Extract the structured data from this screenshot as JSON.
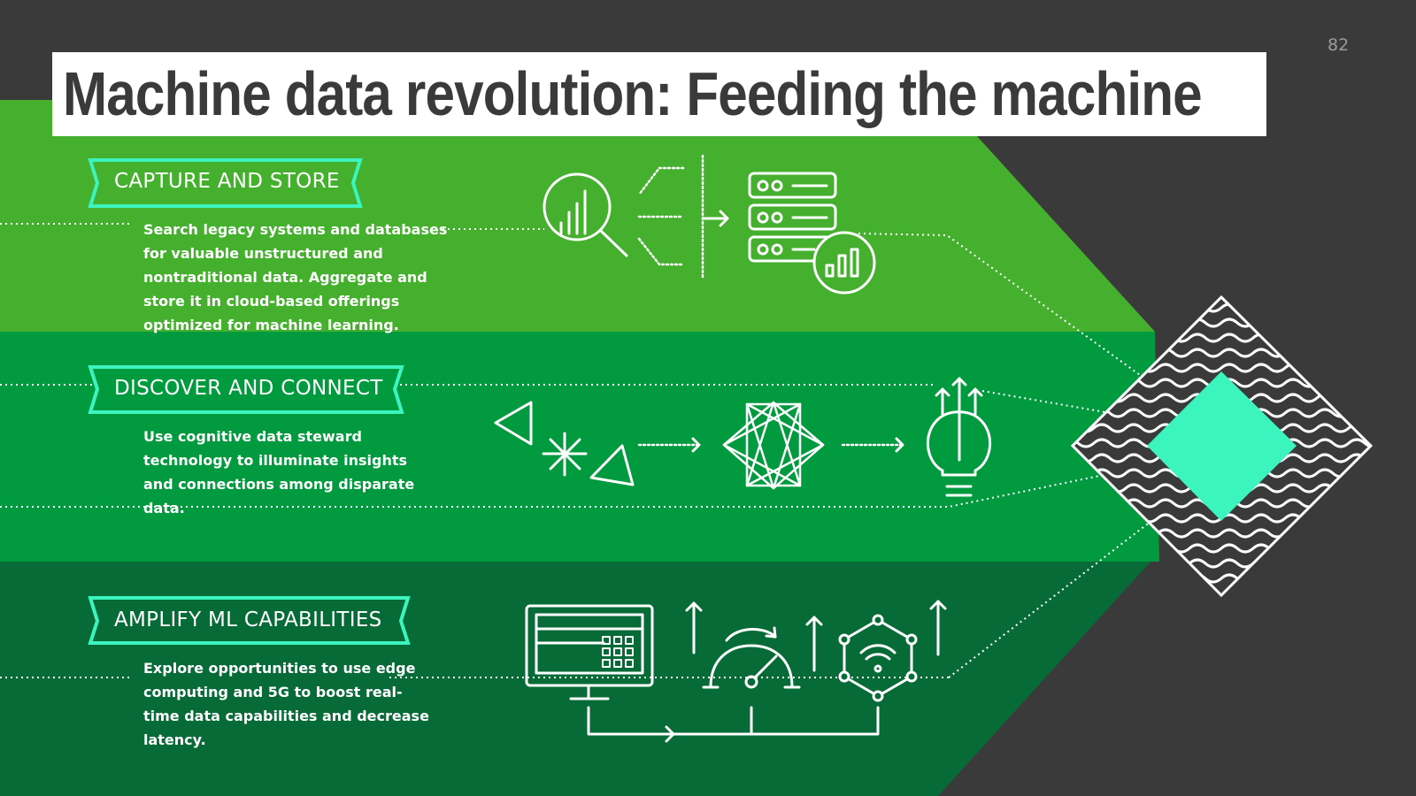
{
  "page": {
    "title": "Machine data revolution: Feeding the machine",
    "page_number": "82"
  },
  "colors": {
    "background": "#3a3a3b",
    "band_capture": "#45b02e",
    "band_discover": "#019a3e",
    "band_amplify": "#076b38",
    "accent": "#3cf5be",
    "line": "#ffffff"
  },
  "sections": [
    {
      "label": "CAPTURE AND STORE",
      "description": "Search legacy systems and databases for valuable unstructured and nontraditional data. Aggregate and store it in cloud-based offerings optimized for machine learning.",
      "icons": [
        "magnifier-chart-icon",
        "branching-lines-icon",
        "arrow-right-icon",
        "server-stack-icon",
        "bar-chart-circle-icon"
      ]
    },
    {
      "label": "DISCOVER AND CONNECT",
      "description": "Use cognitive data steward technology to illuminate insights and connections among disparate data.",
      "icons": [
        "scattered-shapes-icon",
        "dotted-arrow-icon",
        "connected-star-icon",
        "dotted-arrow-icon",
        "lightbulb-icon"
      ]
    },
    {
      "label": "AMPLIFY ML CAPABILITIES",
      "description": "Explore opportunities to use edge computing and 5G to boost real-time data capabilities and decrease latency.",
      "icons": [
        "monitor-keypad-icon",
        "up-arrow-icon",
        "speed-gauge-icon",
        "up-arrow-icon",
        "wifi-hexagon-icon",
        "up-arrow-icon"
      ]
    }
  ],
  "hub": {
    "icon": "wave-diamond-icon"
  }
}
